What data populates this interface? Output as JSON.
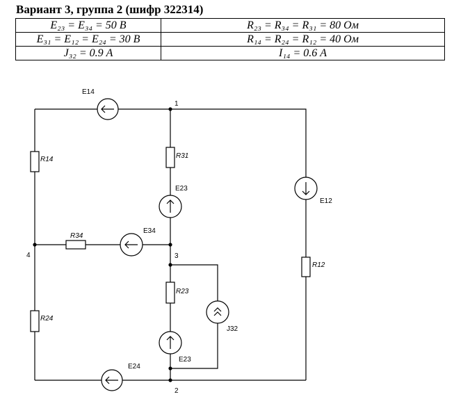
{
  "title": "Вариант 3, группа 2 (шифр 322314)",
  "table": {
    "rows": [
      [
        "E₂₃ = E₃₄ = 50 В",
        "R₂₃ = R₃₄ = R₃₁ = 80 Ом"
      ],
      [
        "E₃₁ = E₁₂ = E₂₄ = 30 В",
        "R₁₄ = R₂₄ = R₁₂ = 40 Ом"
      ],
      [
        "J₃₂ = 0.9 А",
        "I₁₄ = 0.6 А"
      ]
    ]
  },
  "circuit": {
    "nodes": {
      "n1": "1",
      "n2": "2",
      "n3": "3",
      "n4": "4"
    },
    "labels": {
      "E14": "E14",
      "E12": "E12",
      "E23_top": "E23",
      "E23_bot": "E23",
      "E34": "E34",
      "E24": "E24",
      "J32": "J32",
      "R14": "R14",
      "R31": "R31",
      "R34": "R34",
      "R23": "R23",
      "R24": "R24",
      "R12": "R12"
    }
  }
}
